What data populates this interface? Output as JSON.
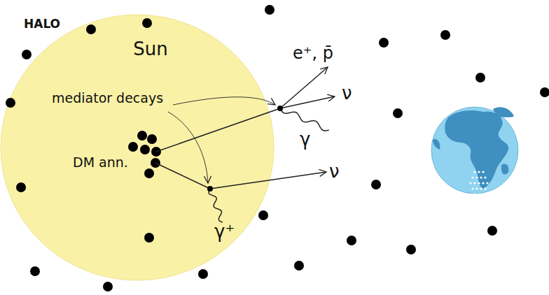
{
  "diagram": {
    "nodes": [
      {
        "text": [
          "Sun"
        ]
      }
    ],
    "labels": [
      "HALO",
      "mediator decays",
      "DM ann.",
      "e⁺, p̄",
      "ν",
      "γ",
      "ν",
      "γ⁺"
    ]
  }
}
